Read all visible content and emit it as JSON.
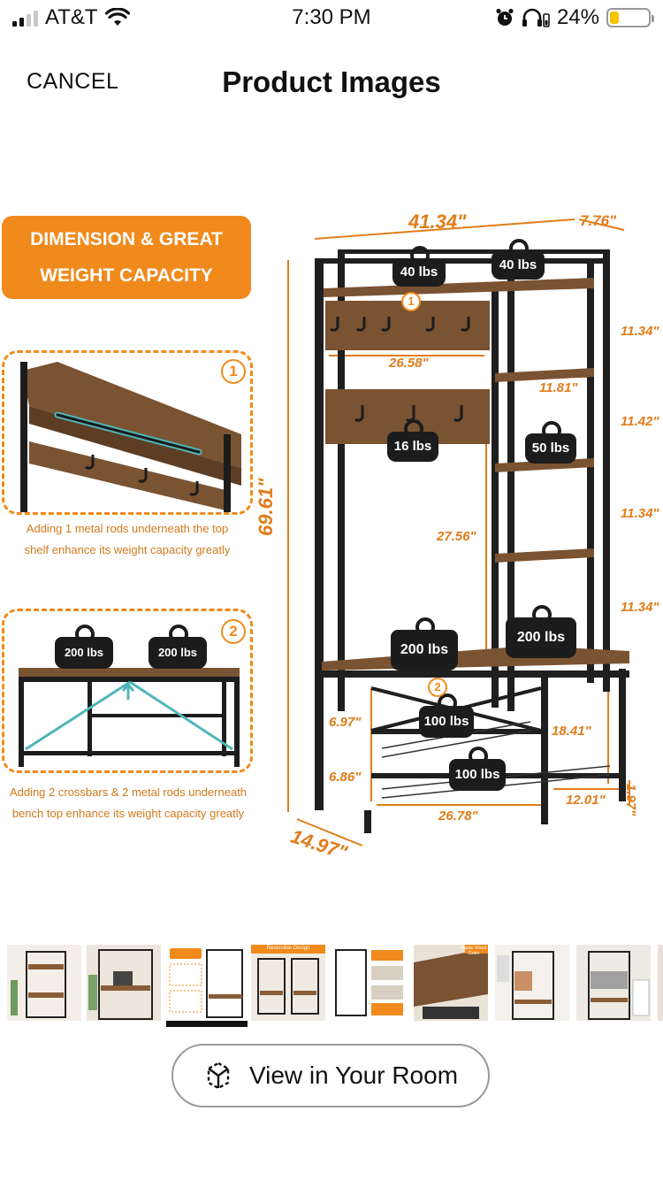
{
  "status_bar": {
    "carrier": "AT&T",
    "time": "7:30 PM",
    "battery": "24%",
    "battery_level": 0.24
  },
  "header": {
    "cancel_label": "CANCEL",
    "title": "Product Images"
  },
  "product_image": {
    "callout": {
      "line1": "DIMENSION & GREAT",
      "line2": "WEIGHT CAPACITY"
    },
    "detail1": {
      "number": "1",
      "caption_line1": "Adding 1 metal rods underneath the top",
      "caption_line2": "shelf enhance its weight capacity greatly"
    },
    "detail2": {
      "number": "2",
      "weight_left": "200 lbs",
      "weight_right": "200 lbs",
      "caption_line1": "Adding 2 crossbars & 2 metal rods underneath",
      "caption_line2": "bench top enhance its weight capacity greatly"
    },
    "dimensions": {
      "width": "41.34\"",
      "depth_top": "7.76\"",
      "height": "69.61\"",
      "depth_bottom": "14.97\"",
      "hook_panel": "26.58\"",
      "side_shelf": "11.81\"",
      "bench_clearance": "27.56\"",
      "shelf_gap_1": "11.34\"",
      "shelf_gap_2": "11.42\"",
      "shelf_gap_3": "11.34\"",
      "shelf_gap_4": "11.34\"",
      "rack_gap_1": "6.97\"",
      "rack_gap_2": "6.86\"",
      "bench_height": "18.41\"",
      "bottom_width": "26.78\"",
      "bottom_depth": "12.01\"",
      "foot": "1.97\""
    },
    "weights": {
      "top_left": "40 lbs",
      "top_right": "40 lbs",
      "hooks": "16 lbs",
      "side_shelf": "50 lbs",
      "bench_left": "200 lbs",
      "bench_right": "200 lbs",
      "rack_upper": "100 lbs",
      "rack_lower": "100 lbs"
    },
    "markers": {
      "one": "1",
      "two": "2"
    }
  },
  "thumbnails": [
    {
      "name": "thumb-1",
      "banner": ""
    },
    {
      "name": "thumb-2",
      "banner": ""
    },
    {
      "name": "thumb-3",
      "banner": ""
    },
    {
      "name": "thumb-4",
      "banner": "Reversible Design"
    },
    {
      "name": "thumb-5",
      "banner": ""
    },
    {
      "name": "thumb-6",
      "banner": "Rustic Wood Grain"
    },
    {
      "name": "thumb-7",
      "banner": ""
    },
    {
      "name": "thumb-8",
      "banner": ""
    }
  ],
  "selected_thumbnail": 3,
  "view_in_room": {
    "label": "View in Your Room"
  },
  "colors": {
    "orange": "#f08a1c",
    "wood": "#7a5332",
    "metal": "#1c1c1c",
    "battery": "#f5c400"
  }
}
